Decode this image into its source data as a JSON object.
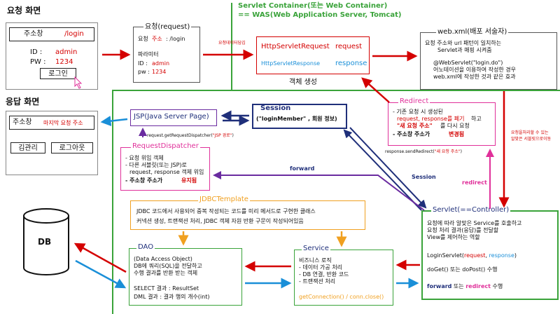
{
  "request_screen": {
    "title": "요청 화면",
    "address_label": "주소창",
    "address_value": "/login",
    "id_label": "ID  :",
    "id_value": "admin",
    "pw_label": "PW :",
    "pw_value": "1234",
    "login_button": "로그인"
  },
  "response_screen": {
    "title": "응답 화면",
    "address_label": "주소창",
    "address_value": "마지막 요청 주소",
    "user_button": "김관리",
    "logout_button": "로그아웃"
  },
  "request_box": {
    "title": "요청(request)",
    "line1_prefix": "요청",
    "line1_key": "주소",
    "line1_value": ": /login",
    "params_title": "파라미터",
    "id_prefix": "ID :",
    "id_value": "admin",
    "pw_prefix": "pw :",
    "pw_value": "1234",
    "arrow_label": "요청데이터담김"
  },
  "container": {
    "title_line1": "Servlet Container(또는 Web Container)",
    "title_line2": "== WAS(Web Application Server, Tomcat)"
  },
  "objects_box": {
    "req_class": "HttpServletRequest",
    "req_name": "request",
    "res_class": "HttpServletResponse",
    "res_name": "response",
    "caption": "객체 생성"
  },
  "webxml": {
    "title": "web.xml(배포 서술자)",
    "b1": "요청 주소와 url 패턴이 일치하는",
    "b1b": "Servlet과 매핑 시켜줌",
    "b2": "@WebServlet(\"login.do\")",
    "b2b": "어노테이션을 이용하여 작성한 경우",
    "b2c": "web.xml에 작성한 것과 같은 효과"
  },
  "redirect_box": {
    "title": "Redirect",
    "l1": "- 기존 요청 시 생성된",
    "l2a": "request, response를 폐기",
    "l2b": "하고",
    "l3a": "\"새 요청 주소\"",
    "l3b": "를 다시 요청",
    "l4a": "- 주소창 주소가",
    "l4b": "변경됨"
  },
  "side_note": "요청을처리할 수 있는 알맞은 서블릿으로이동",
  "session_box": {
    "title": "Session",
    "content": "(\"loginMember\" , 회원 정보)"
  },
  "jsp_box": {
    "title": "JSP(Java Server Page)"
  },
  "dispatcher": {
    "call": "request.getRequestDispatcher(",
    "call_arg": "\"JSP 경로\"",
    "call_end": ")",
    "title": "RequestDispatcher",
    "l1": "- 요청 위임 객체",
    "l2": "- 다른 서블릿(또는 JSP)로",
    "l2b": "request, response 객체 위임",
    "l3a": "- 주소창 주소가",
    "l3b": "유지됨"
  },
  "send_redirect": {
    "call": "response.sendRedirect(",
    "arg": "\"새 요청 주소\"",
    "end": ")"
  },
  "labels": {
    "forward": "forward",
    "session": "Session",
    "redirect": "redirect"
  },
  "jdbc": {
    "title": "JDBCTemplate",
    "l1": "JDBC 코드에서 사용되어 중복 작성되는 코드를 미리 메서드로 구현한 클래스",
    "l2": "커넥션 생성, 트랜잭션 처리, JDBC 객체 자원 반환 구문이 작성되어있음"
  },
  "servlet": {
    "title": "Servlet(==Controller)",
    "l1": "요청에 따라 알맞은 Service를 호출하고",
    "l2": "요청 처리 결과(응답)를 전달할",
    "l3": "View를 제어하는 역할",
    "l4a": "LoginServlet(",
    "l4b": "request",
    "l4c": ", ",
    "l4d": "response",
    "l4e": ")",
    "l5": "doGet() 또는 doPost() 수행",
    "l6a": "forward",
    "l6b": " 또는 ",
    "l6c": "redirect",
    "l6d": " 수행"
  },
  "service": {
    "title": "Service",
    "l1": "비즈니스 로직",
    "l2": "-  데이터 가공 처리",
    "l3": "-  DB 연결, 반환 코드",
    "l4": "-  트랜잭션 처리",
    "l5": "getConnection()  /  conn.close()"
  },
  "dao": {
    "title": "DAO",
    "l1": "(Data Access Object)",
    "l2": "DB에 쿼리(SQL)을 전달하고",
    "l3": "수행 결과를 반환 받는 객체",
    "l4": "SELECT 결과 : ResultSet",
    "l5": "DML    결과 : 결과 행의 개수(int)"
  },
  "db": {
    "label": "DB"
  },
  "colors": {
    "red": "#d40000",
    "blue": "#1a8fd8",
    "green": "#3aa33a",
    "navy": "#1f2f7a",
    "purple": "#6a2ba0",
    "magenta": "#e0309a",
    "orange": "#f0a020"
  }
}
